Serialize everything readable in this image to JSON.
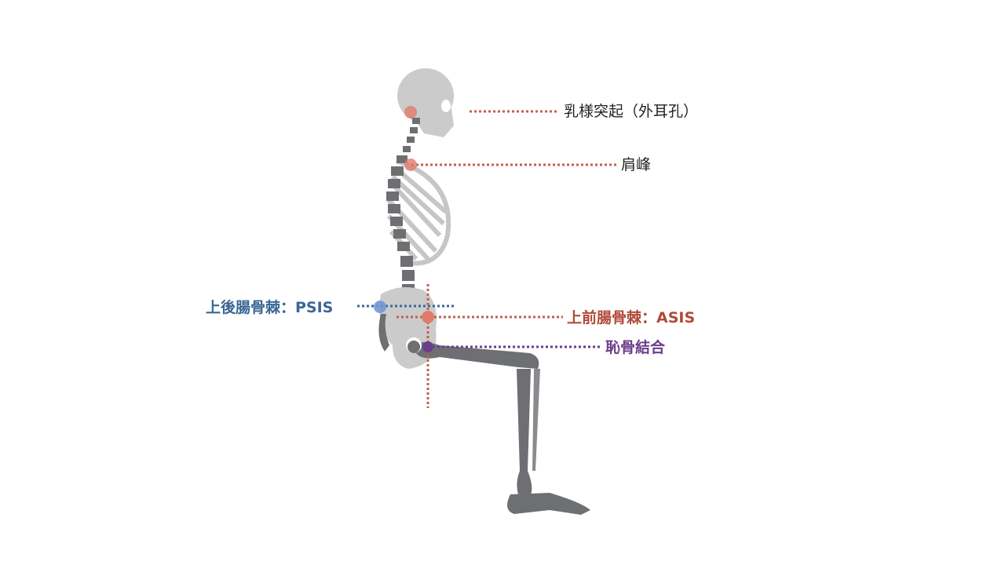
{
  "colors": {
    "red": "#c0604f",
    "red_dot": "#e07a68",
    "blue": "#3a6796",
    "blue_dot": "#6c93d4",
    "purple": "#6a3d8c",
    "bone_light": "#c8c8c8",
    "bone_dark": "#6e6f72"
  },
  "labels": {
    "mastoid": "乳様突起（外耳孔）",
    "acromion": "肩峰",
    "psis": "上後腸骨棘：PSIS",
    "asis": "上前腸骨棘：ASIS",
    "pubic": "恥骨結合"
  }
}
